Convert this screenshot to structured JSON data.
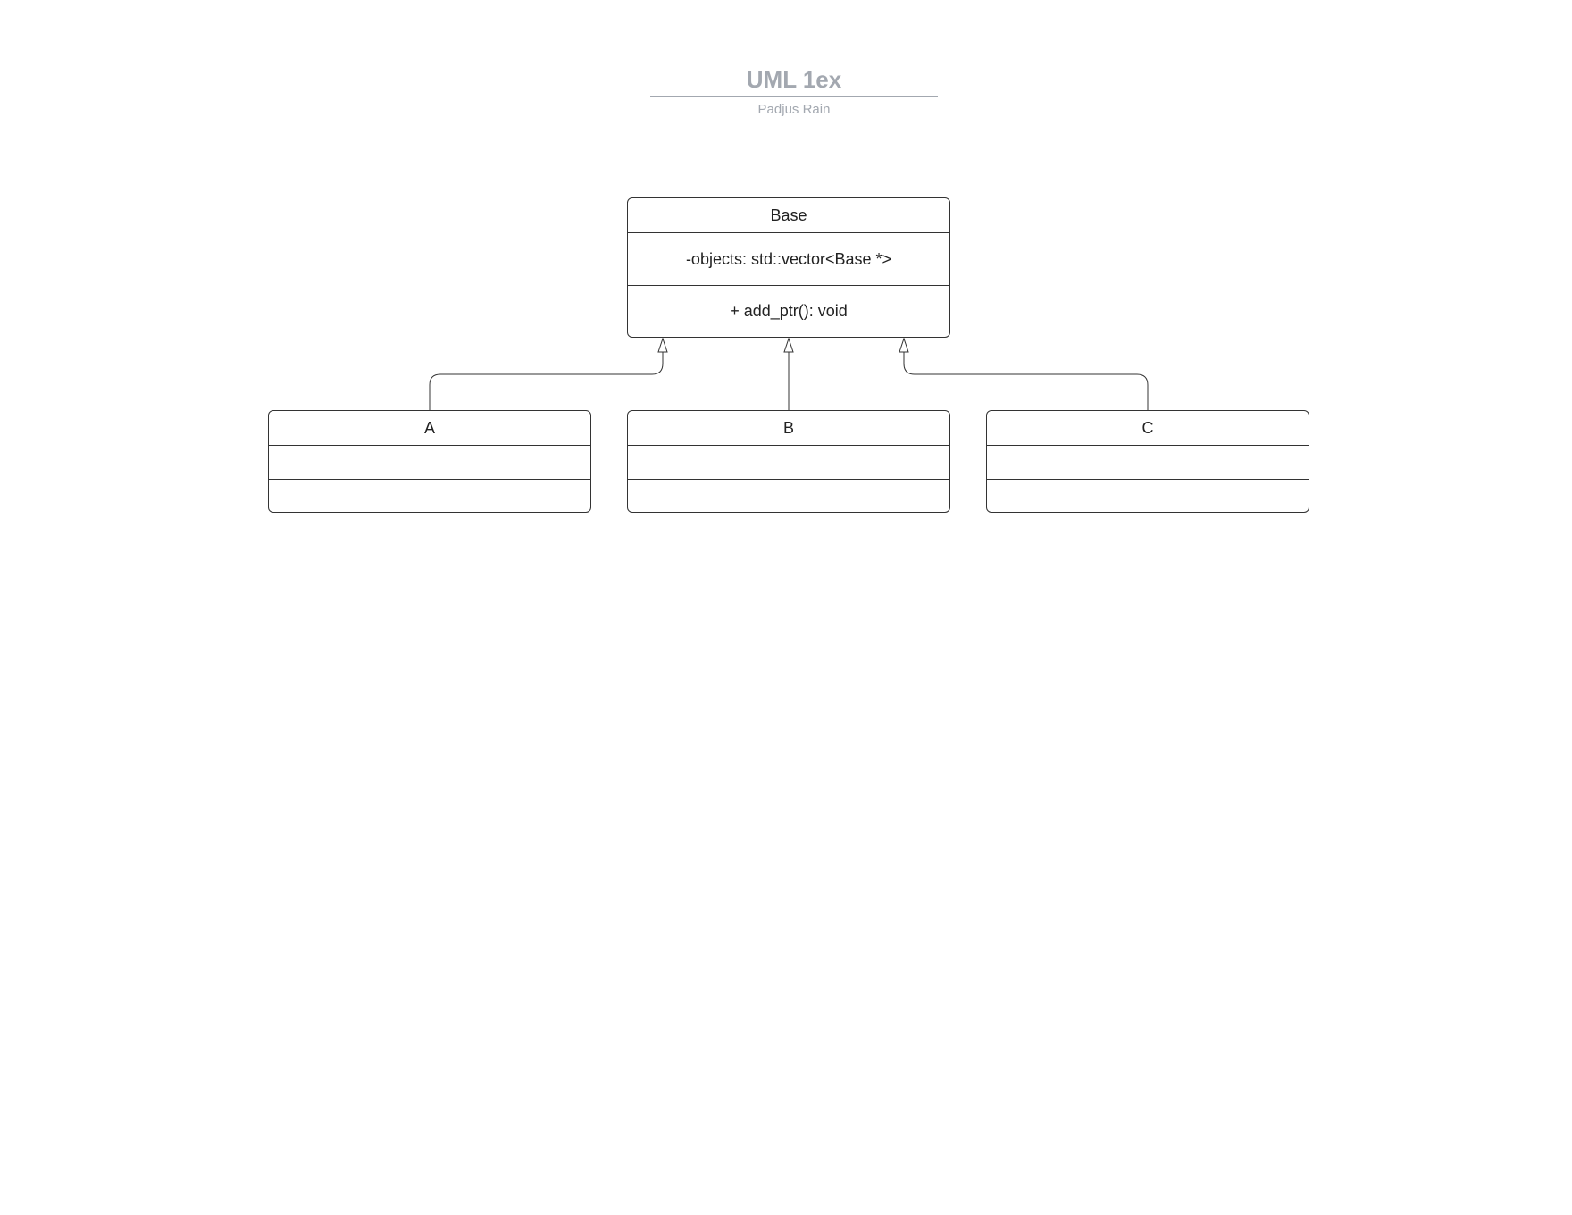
{
  "document": {
    "title": "UML 1ex",
    "author": "Padjus Rain"
  },
  "classes": {
    "base": {
      "name": "Base",
      "attributes": "-objects: std::vector<Base *>",
      "methods": "+ add_ptr(): void"
    },
    "a": {
      "name": "A",
      "attributes": "",
      "methods": ""
    },
    "b": {
      "name": "B",
      "attributes": "",
      "methods": ""
    },
    "c": {
      "name": "C",
      "attributes": "",
      "methods": ""
    }
  },
  "relationships": [
    {
      "type": "generalization",
      "from": "A",
      "to": "Base"
    },
    {
      "type": "generalization",
      "from": "B",
      "to": "Base"
    },
    {
      "type": "generalization",
      "from": "C",
      "to": "Base"
    }
  ],
  "colors": {
    "title": "#a3a8b0",
    "stroke": "#333333",
    "text": "#222222"
  }
}
